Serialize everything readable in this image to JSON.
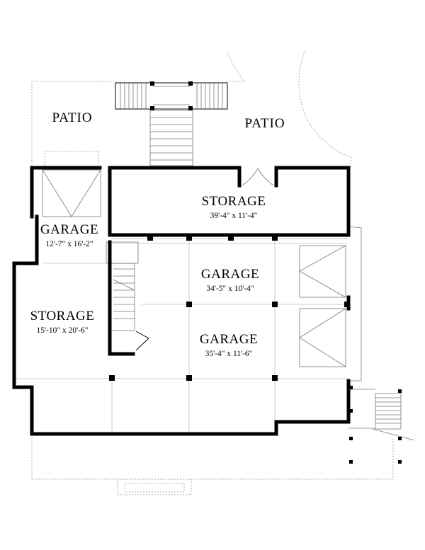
{
  "patios": {
    "left_label": "PATIO",
    "right_label": "PATIO"
  },
  "rooms": {
    "storage_top": {
      "name": "STORAGE",
      "dims": "39'-4\" x 11'-4\""
    },
    "garage_left": {
      "name": "GARAGE",
      "dims": "12'-7\" x 16'-2\""
    },
    "garage_mid": {
      "name": "GARAGE",
      "dims": "34'-5\" x 10'-4\""
    },
    "storage_left": {
      "name": "STORAGE",
      "dims": "15'-10\" x 20'-6\""
    },
    "garage_low": {
      "name": "GARAGE",
      "dims": "35'-4\" x 11'-6\""
    }
  }
}
